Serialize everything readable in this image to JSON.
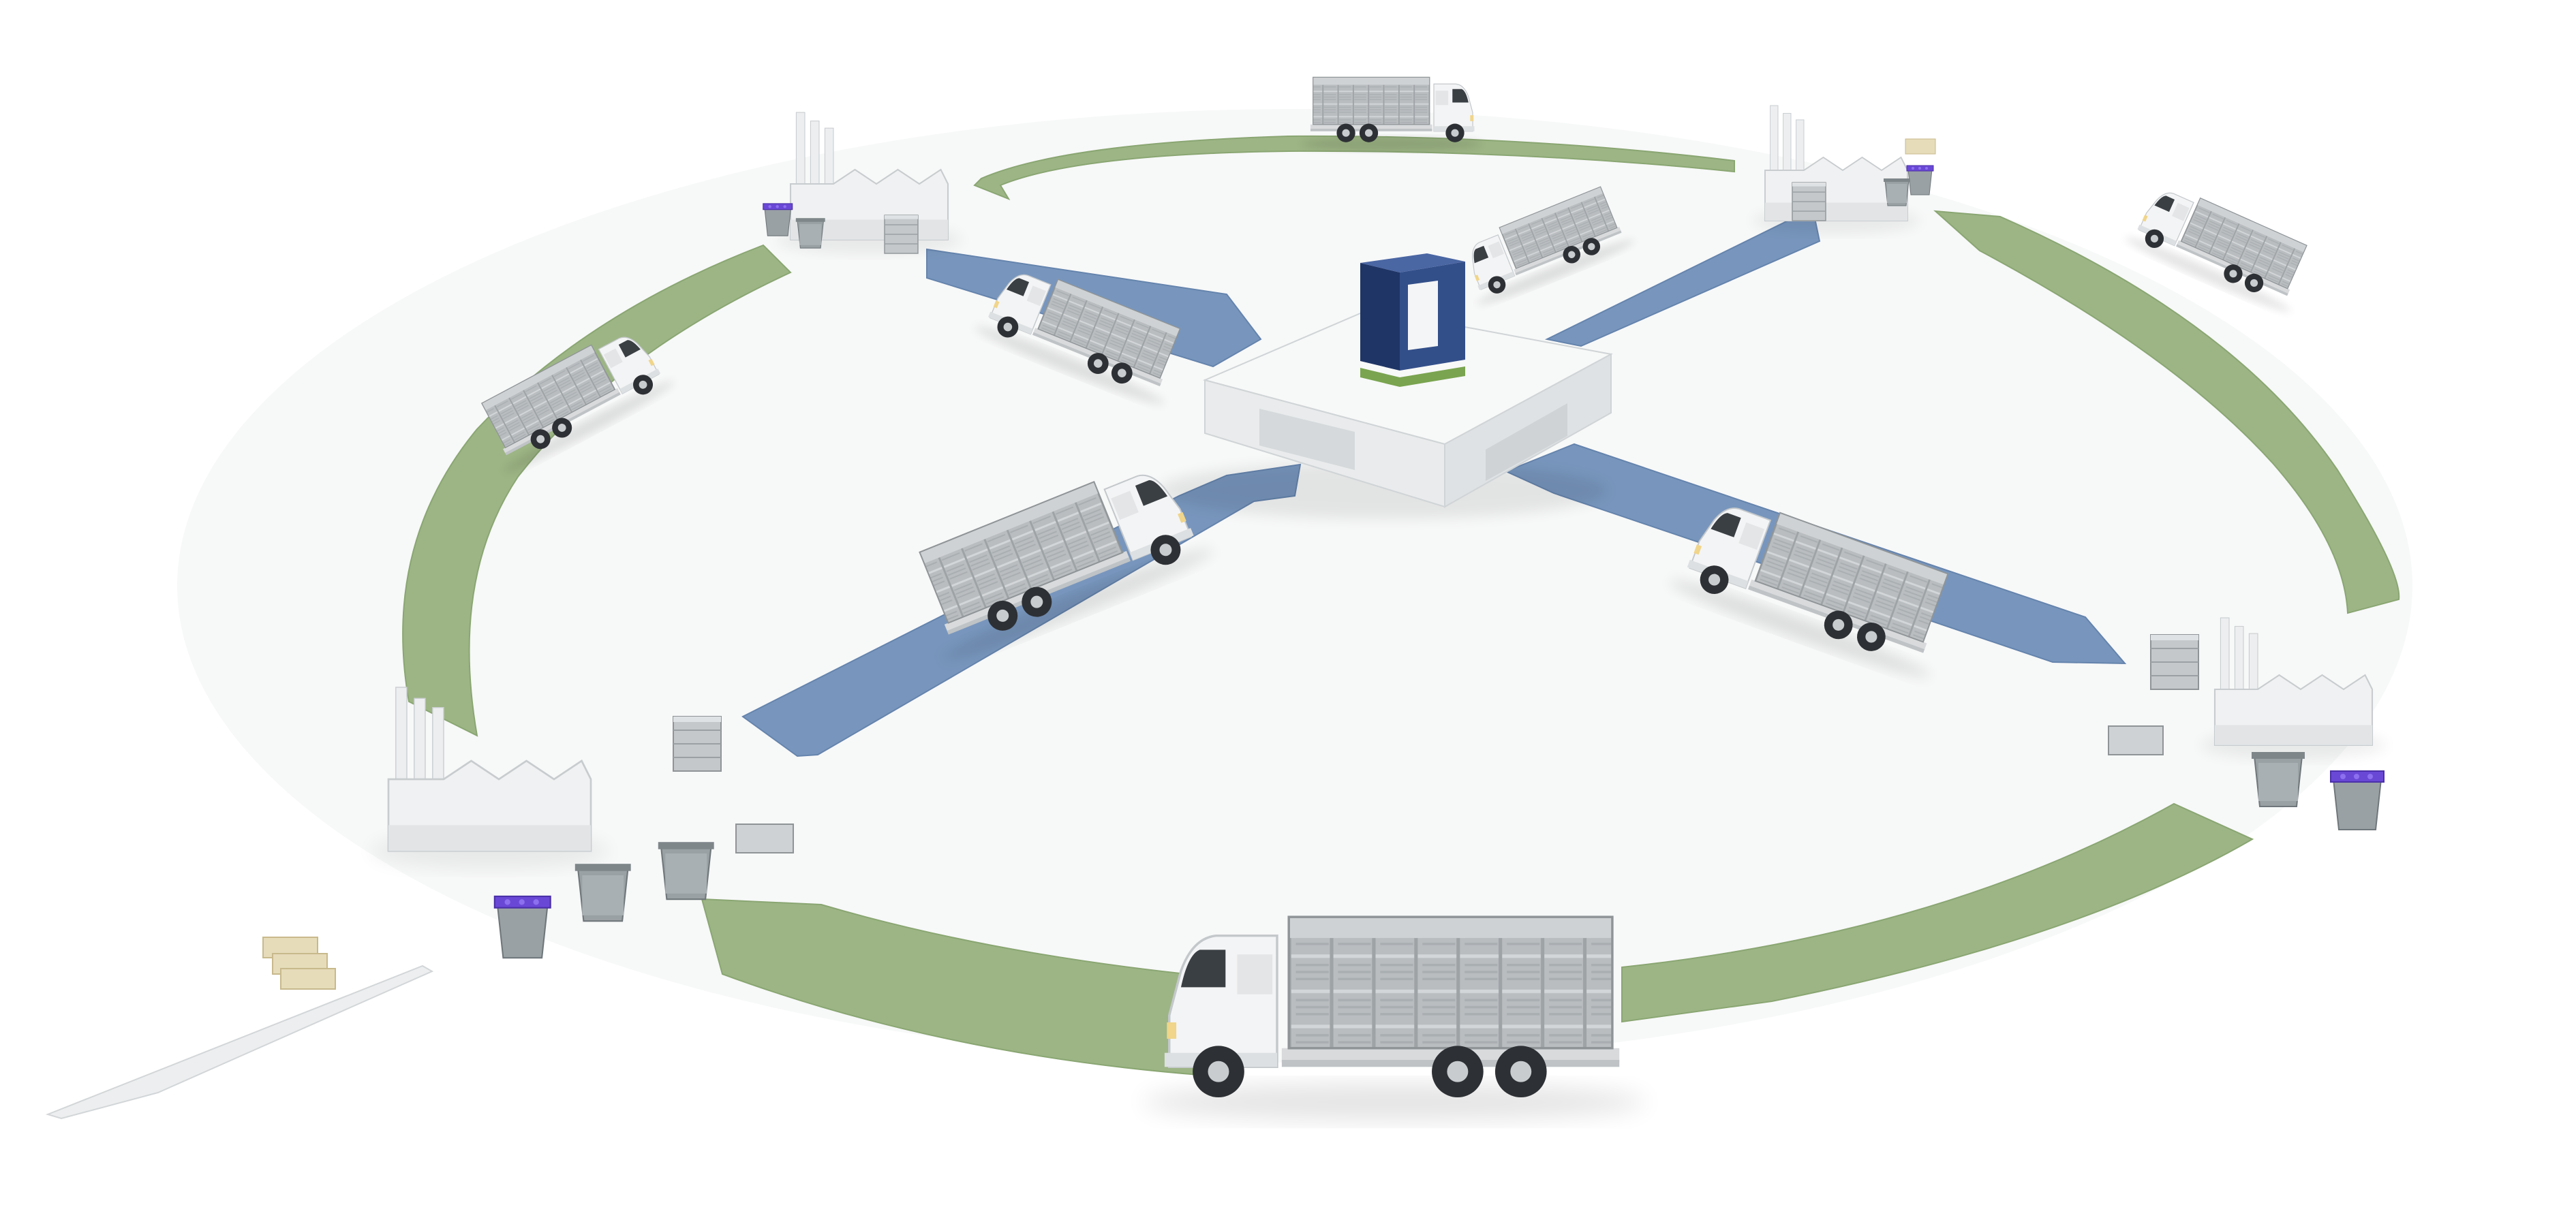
{
  "diagram": {
    "kind": "closed-loop logistics illustration",
    "colors": {
      "background": "#ffffff",
      "cycle_arrow": "#9db585",
      "cycle_arrow_edge": "#8aa672",
      "spoke_arrow": "#7896bd",
      "spoke_arrow_edge": "#6584ad",
      "truck_cab": "#f3f4f5",
      "cargo_crates": "#b9bdc0",
      "cargo_crates_dark": "#9ea3a6",
      "hub_building": "#f2f3f4",
      "logo_blue": "#334f8a",
      "logo_dark": "#1f3566",
      "logo_green": "#7aa450",
      "bin_lid_purple": "#6a48d6",
      "bin_body": "#9aa1a5",
      "factory_white": "#f0f1f2",
      "pallet_beige": "#e6dcba"
    },
    "hub": {
      "icon": "open-box-logo-icon"
    },
    "spoke_arrows": [
      {
        "direction": "northwest",
        "truck": "truck-spoke-nw"
      },
      {
        "direction": "northeast",
        "truck": "truck-spoke-ne"
      },
      {
        "direction": "southwest",
        "truck": "truck-spoke-sw"
      },
      {
        "direction": "southeast",
        "truck": "truck-spoke-se"
      }
    ],
    "ring_trucks": [
      {
        "position": "top"
      },
      {
        "position": "top-right"
      },
      {
        "position": "upper-left"
      },
      {
        "position": "bottom"
      }
    ],
    "factories": [
      {
        "position": "top-left"
      },
      {
        "position": "top-right"
      },
      {
        "position": "right"
      },
      {
        "position": "left"
      }
    ],
    "recycling_bins": [
      {
        "lid": "purple"
      },
      {
        "lid": "open"
      },
      {
        "lid": "purple"
      },
      {
        "lid": "open"
      }
    ],
    "pallet_stack": {
      "icon": "stacked-pallets-icon"
    }
  }
}
